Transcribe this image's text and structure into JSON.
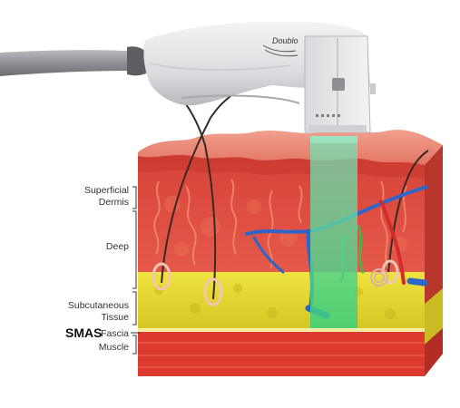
{
  "brand": {
    "logo_text": "Doublo"
  },
  "layers": {
    "superficial_dermis": {
      "line1": "Superficial",
      "line2": "Dermis"
    },
    "deep": "Deep",
    "subcutaneous": {
      "line1": "Subcutaneous",
      "line2": "Tissue"
    },
    "smas": "SMAS",
    "fascia": "Fascia",
    "muscle": "Muscle"
  },
  "colors": {
    "skin_surface": "#e7826f",
    "dermis": "#d9463a",
    "deep_tissue": "#dc4b3c",
    "fat": "#e3d62c",
    "muscle": "#dc3a2e",
    "ultrasound_beam": "#5ed6a0",
    "device_body": "#e2e3e6",
    "blood_vessel": "#2d66c8"
  },
  "icons": {
    "device": "hifu-handpiece-icon",
    "beam": "ultrasound-beam-icon"
  }
}
